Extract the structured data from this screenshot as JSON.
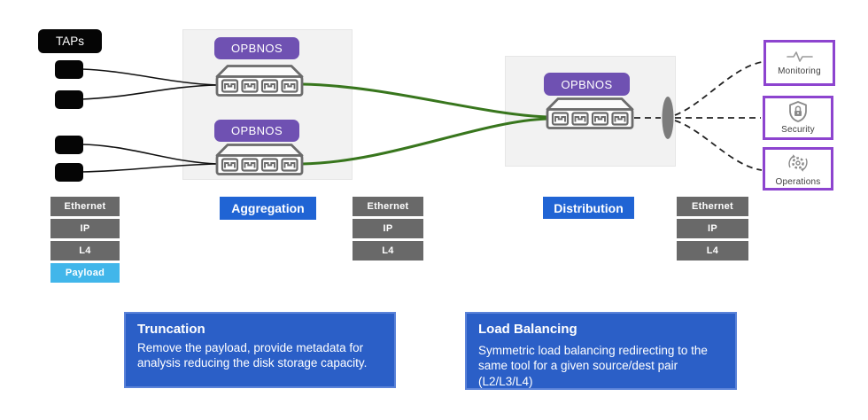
{
  "taps": {
    "label": "TAPs"
  },
  "groups": {
    "aggregation": {
      "badge_top": "OPBNOS",
      "badge_bottom": "OPBNOS",
      "label": "Aggregation"
    },
    "distribution": {
      "badge": "OPBNOS",
      "label": "Distribution"
    }
  },
  "stacks": {
    "left": [
      "Ethernet",
      "IP",
      "L4",
      "Payload"
    ],
    "middle": [
      "Ethernet",
      "IP",
      "L4"
    ],
    "right": [
      "Ethernet",
      "IP",
      "L4"
    ]
  },
  "tools": [
    {
      "label": "Monitoring",
      "icon": "pulse-icon"
    },
    {
      "label": "Security",
      "icon": "shield-lock-icon"
    },
    {
      "label": "Operations",
      "icon": "gear-sync-icon"
    }
  ],
  "info_boxes": {
    "truncation": {
      "title": "Truncation",
      "body": "Remove the payload, provide metadata for analysis reducing the disk storage capacity."
    },
    "load_balancing": {
      "title": "Load Balancing",
      "body": "Symmetric load balancing redirecting to the same tool  for a given source/dest pair (L2/L3/L4)"
    }
  },
  "colors": {
    "accent_blue": "#2064d4",
    "info_blue": "#2b5fc7",
    "info_border": "#5b83d9",
    "badge_purple": "#6f51b2",
    "tool_border_purple": "#8d44cf",
    "link_green": "#38761d",
    "stack_gray": "#696969",
    "payload_blue": "#41b6ea",
    "tap_black": "#050505"
  }
}
